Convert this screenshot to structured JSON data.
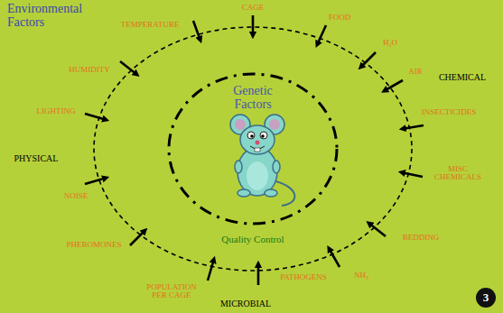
{
  "diagram": {
    "title": "Environmental Factors",
    "nodes": [
      {
        "text": [
          "Quality Control"
        ]
      },
      {
        "text": [
          "Genetic Factors"
        ],
        "in": 0
      }
    ],
    "labels": [
      "TEMPERATURE",
      "CAGE",
      "FOOD",
      "H₂O",
      "AIR",
      "CHEMICAL",
      "INSECTICIDES",
      "MISC CHEMICALS",
      "BEDDING",
      "NH₃",
      "PATHOGENS",
      "MICROBIAL",
      "POPULATION PER CAGE",
      "PHEROMONES",
      "NOISE",
      "PHYSICAL",
      "LIGHTING",
      "HUMIDITY",
      "3"
    ]
  }
}
